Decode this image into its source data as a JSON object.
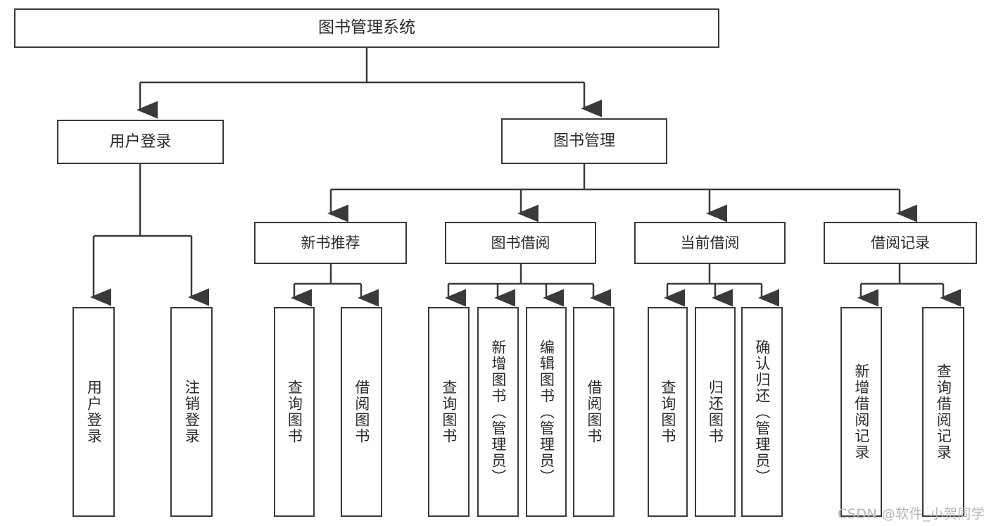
{
  "diagram": {
    "title": "图书管理系统",
    "type": "hierarchy-tree",
    "watermark": "CSDN @软件_小贺同学",
    "colors": {
      "background": "#ffffff",
      "node_border": "#3a3a3a",
      "node_fill": "#ffffff",
      "text": "#2b2b2b",
      "connector": "#3a3a3a",
      "watermark": "#b6b6b6"
    }
  },
  "nodes": {
    "root": {
      "label": "图书管理系统"
    },
    "level2": [
      {
        "label": "用户登录"
      },
      {
        "label": "图书管理"
      }
    ],
    "level3": [
      {
        "label": "新书推荐"
      },
      {
        "label": "图书借阅"
      },
      {
        "label": "当前借阅"
      },
      {
        "label": "借阅记录"
      }
    ],
    "leaves": [
      {
        "label": "用户登录",
        "parent": "用户登录"
      },
      {
        "label": "注销登录",
        "parent": "用户登录"
      },
      {
        "label": "查询图书",
        "parent": "新书推荐"
      },
      {
        "label": "借阅图书",
        "parent": "新书推荐"
      },
      {
        "label": "查询图书",
        "parent": "图书借阅"
      },
      {
        "label": "新增图书（管理员）",
        "parent": "图书借阅"
      },
      {
        "label": "编辑图书（管理员）",
        "parent": "图书借阅"
      },
      {
        "label": "借阅图书",
        "parent": "图书借阅"
      },
      {
        "label": "查询图书",
        "parent": "当前借阅"
      },
      {
        "label": "归还图书",
        "parent": "当前借阅"
      },
      {
        "label": "确认归还（管理员）",
        "parent": "当前借阅"
      },
      {
        "label": "新增借阅记录",
        "parent": "借阅记录"
      },
      {
        "label": "查询借阅记录",
        "parent": "借阅记录"
      }
    ]
  }
}
